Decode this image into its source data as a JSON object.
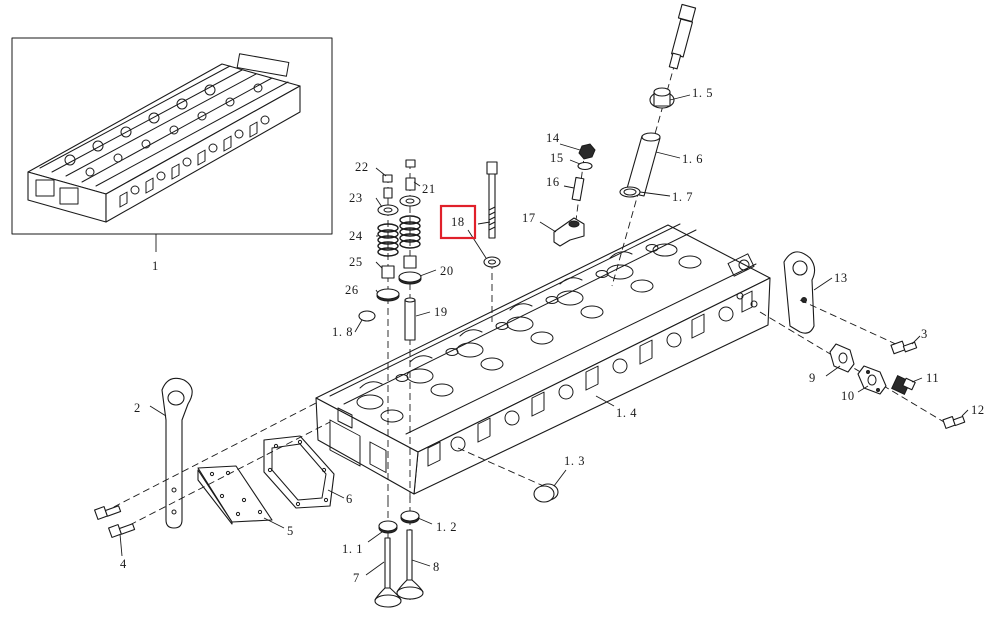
{
  "diagram": {
    "highlight_color": "#e0202a",
    "highlighted_callout": "18",
    "callouts": [
      {
        "id": "c1",
        "text": "1"
      },
      {
        "id": "c2",
        "text": "2"
      },
      {
        "id": "c3",
        "text": "3"
      },
      {
        "id": "c4",
        "text": "4"
      },
      {
        "id": "c5",
        "text": "5"
      },
      {
        "id": "c6",
        "text": "6"
      },
      {
        "id": "c7",
        "text": "7"
      },
      {
        "id": "c8",
        "text": "8"
      },
      {
        "id": "c9",
        "text": "9"
      },
      {
        "id": "c10",
        "text": "10"
      },
      {
        "id": "c11",
        "text": "11"
      },
      {
        "id": "c12",
        "text": "12"
      },
      {
        "id": "c13",
        "text": "13"
      },
      {
        "id": "c14",
        "text": "14"
      },
      {
        "id": "c15",
        "text": "15"
      },
      {
        "id": "c16",
        "text": "16"
      },
      {
        "id": "c17",
        "text": "17"
      },
      {
        "id": "c18",
        "text": "18"
      },
      {
        "id": "c19",
        "text": "19"
      },
      {
        "id": "c20",
        "text": "20"
      },
      {
        "id": "c21",
        "text": "21"
      },
      {
        "id": "c22",
        "text": "22"
      },
      {
        "id": "c23",
        "text": "23"
      },
      {
        "id": "c24",
        "text": "24"
      },
      {
        "id": "c25",
        "text": "25"
      },
      {
        "id": "c26",
        "text": "26"
      },
      {
        "id": "c1_1",
        "text": "1. 1"
      },
      {
        "id": "c1_2",
        "text": "1. 2"
      },
      {
        "id": "c1_3",
        "text": "1. 3"
      },
      {
        "id": "c1_4",
        "text": "1. 4"
      },
      {
        "id": "c1_5",
        "text": "1. 5"
      },
      {
        "id": "c1_6",
        "text": "1. 6"
      },
      {
        "id": "c1_7",
        "text": "1. 7"
      },
      {
        "id": "c1_8",
        "text": "1. 8"
      }
    ]
  }
}
